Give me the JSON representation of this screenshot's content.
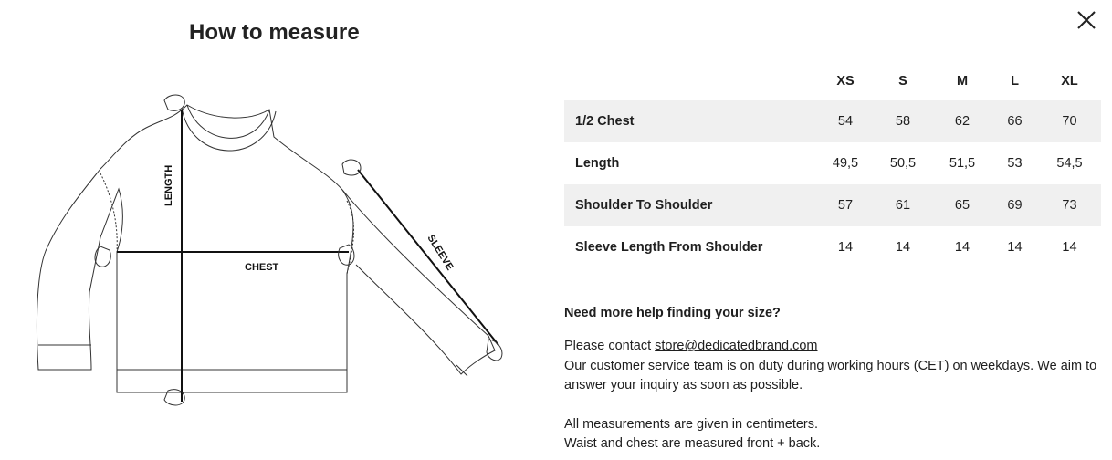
{
  "title": "How to measure",
  "diagram": {
    "length_label": "LENGTH",
    "chest_label": "CHEST",
    "sleeve_label": "SLEEVE"
  },
  "table": {
    "sizes": [
      "XS",
      "S",
      "M",
      "L",
      "XL"
    ],
    "rows": [
      {
        "label": "1/2 Chest",
        "values": [
          "54",
          "58",
          "62",
          "66",
          "70"
        ]
      },
      {
        "label": "Length",
        "values": [
          "49,5",
          "50,5",
          "51,5",
          "53",
          "54,5"
        ]
      },
      {
        "label": "Shoulder To Shoulder",
        "values": [
          "57",
          "61",
          "65",
          "69",
          "73"
        ]
      },
      {
        "label": "Sleeve Length From Shoulder",
        "values": [
          "14",
          "14",
          "14",
          "14",
          "14"
        ]
      }
    ]
  },
  "help": {
    "heading": "Need more help finding your size?",
    "contact_prefix": "Please contact ",
    "email": "store@dedicatedbrand.com",
    "service_text": "Our customer service team is on duty during working hours (CET) on weekdays. We aim to answer your inquiry as soon as possible.",
    "note1": "All measurements are given in centimeters.",
    "note2": "Waist and chest are measured front + back."
  },
  "icons": {
    "close": "close-icon"
  }
}
